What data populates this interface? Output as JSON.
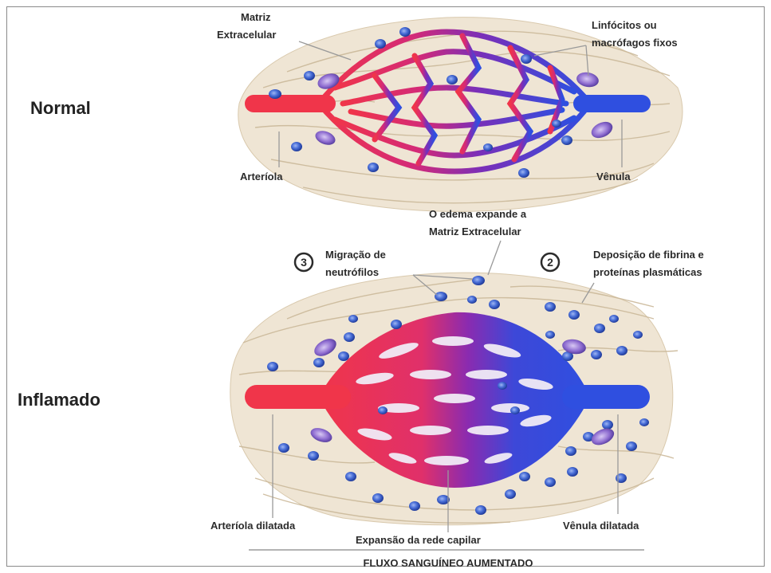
{
  "normal": {
    "title": "Normal",
    "matriz_line1": "Matriz",
    "matriz_line2": "Extracelular",
    "linfocitos_line1": "Linfócitos ou",
    "linfocitos_line2": "macrófagos fixos",
    "arteriola": "Arteríola",
    "venula": "Vênula"
  },
  "inflamado": {
    "title": "Inflamado",
    "edema_line1": "O edema expande a",
    "edema_line2": "Matriz Extracelular",
    "badge3": "3",
    "migracao_line1": "Migração de",
    "migracao_line2": "neutrófilos",
    "badge2": "2",
    "deposicao_line1": "Deposição de fibrina e",
    "deposicao_line2": "proteínas plasmáticas",
    "arteriola_dilatada": "Arteríola dilatada",
    "expansao": "Expansão da rede capilar",
    "venula_dilatada": "Vênula dilatada"
  },
  "footer": "FLUXO SANGUÍNEO AUMENTADO",
  "colors": {
    "artery": "#f0354a",
    "vein": "#2f4fe0",
    "capillary": "#8a2bb0",
    "matrix": "#efe5d4",
    "fiber": "#cbb99a",
    "cell": "#4a6fd8",
    "macrophage": "#8e6cd0"
  }
}
